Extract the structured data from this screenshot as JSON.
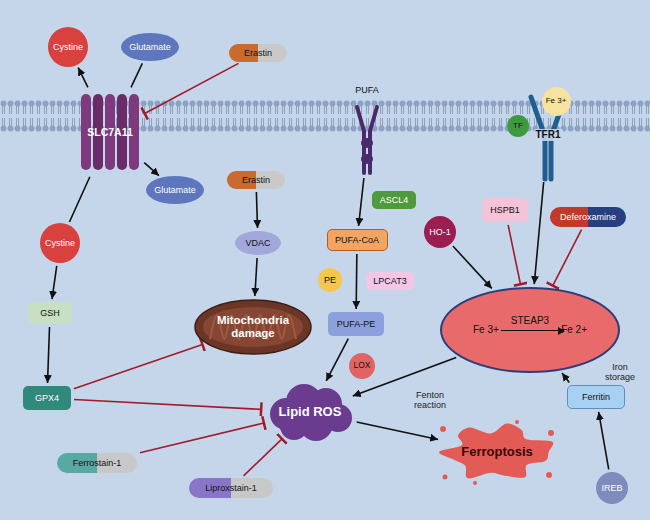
{
  "diagram": {
    "nodes": [
      {
        "text": [
          "Cystine"
        ]
      },
      {
        "text": [
          "Glutamate"
        ]
      },
      {
        "text": [
          "Erastin"
        ]
      },
      {
        "text": [
          "SLC7A11"
        ]
      },
      {
        "text": [
          "PUFA"
        ]
      },
      {
        "text": [
          "TF"
        ]
      },
      {
        "text": [
          "Fe 3+"
        ]
      },
      {
        "text": [
          "TFR1"
        ]
      },
      {
        "text": [
          "Cystine"
        ]
      },
      {
        "text": [
          "Glutamate"
        ]
      },
      {
        "text": [
          "Erastin"
        ]
      },
      {
        "text": [
          "ASCL4"
        ]
      },
      {
        "text": [
          "HO-1"
        ]
      },
      {
        "text": [
          "HSPB1"
        ]
      },
      {
        "text": [
          "Deferoxamine"
        ]
      },
      {
        "text": [
          "VDAC"
        ]
      },
      {
        "text": [
          "PUFA-CoA"
        ]
      },
      {
        "text": [
          "GSH"
        ]
      },
      {
        "text": [
          "PE"
        ]
      },
      {
        "text": [
          "LPCAT3"
        ]
      },
      {
        "text": [
          "PUFA-PE"
        ]
      },
      {
        "text": [
          "Mitochondria damage"
        ]
      },
      {
        "text": [
          "Fe 3+",
          "STEAP3",
          "Fe 2+"
        ]
      },
      {
        "text": [
          "LOX"
        ]
      },
      {
        "text": [
          "GPX4"
        ]
      },
      {
        "text": [
          "Lipid ROS"
        ]
      },
      {
        "text": [
          "Ferritin"
        ]
      },
      {
        "text": [
          "Ferrostain-1"
        ]
      },
      {
        "text": [
          "Ferroptosis"
        ]
      },
      {
        "text": [
          "Liproxstain-1"
        ]
      },
      {
        "text": [
          "IREB"
        ]
      }
    ],
    "edges": [
      {
        "from": 2,
        "to": 3,
        "arrow": "to"
      },
      {
        "from": 3,
        "to": 0,
        "arrow": "to"
      },
      {
        "from": 1,
        "to": 3,
        "arrow": "none"
      },
      {
        "from": 8,
        "to": 3,
        "arrow": "none"
      },
      {
        "from": 3,
        "to": 9,
        "arrow": "to"
      },
      {
        "from": 8,
        "to": 17,
        "arrow": "to"
      },
      {
        "from": 17,
        "to": 24,
        "arrow": "to"
      },
      {
        "from": 10,
        "to": 15,
        "arrow": "to"
      },
      {
        "from": 15,
        "to": 21,
        "arrow": "to"
      },
      {
        "from": 24,
        "to": 21,
        "arrow": "to"
      },
      {
        "from": 24,
        "to": 25,
        "arrow": "to"
      },
      {
        "from": 4,
        "to": 16,
        "arrow": "to"
      },
      {
        "from": 16,
        "to": 20,
        "arrow": "to"
      },
      {
        "from": 20,
        "to": 25,
        "arrow": "to"
      },
      {
        "from": 27,
        "to": 25,
        "arrow": "to"
      },
      {
        "from": 29,
        "to": 25,
        "arrow": "to"
      },
      {
        "from": 25,
        "to": 28,
        "arrow": "to"
      },
      {
        "from": 7,
        "to": 22,
        "arrow": "to"
      },
      {
        "from": 12,
        "to": 22,
        "arrow": "to"
      },
      {
        "from": 13,
        "to": 22,
        "arrow": "to"
      },
      {
        "from": 14,
        "to": 22,
        "arrow": "to"
      },
      {
        "from": 22,
        "to": 25,
        "label": "Fenton reaction",
        "arrow": "to"
      },
      {
        "from": 26,
        "to": 22,
        "label": "Iron storage",
        "arrow": "to"
      },
      {
        "from": 30,
        "to": 26,
        "arrow": "to"
      }
    ]
  }
}
